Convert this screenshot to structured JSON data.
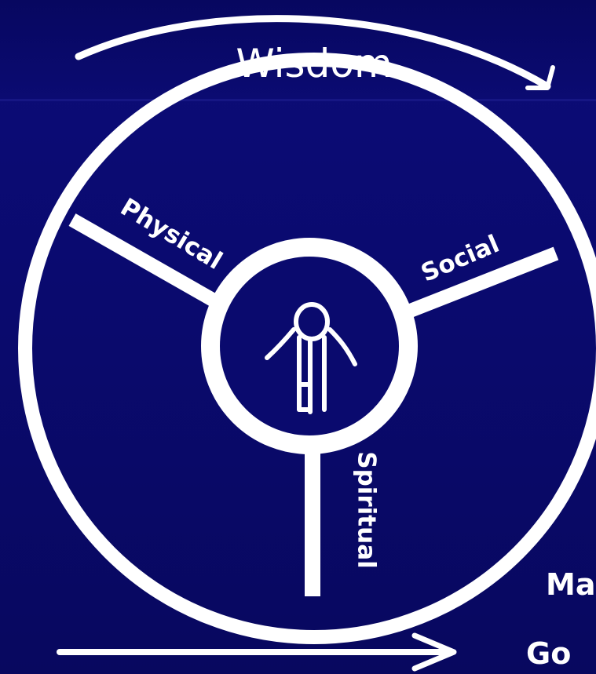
{
  "diagram": {
    "top_label": "Wisdom",
    "segment_labels": {
      "physical": "Physical",
      "social": "Social",
      "spiritual": "Spiritual"
    },
    "bottom_right_label": {
      "line1": "Ma",
      "line2": "Go"
    }
  },
  "colors": {
    "background": "#0a0a6e",
    "foreground": "#ffffff"
  }
}
